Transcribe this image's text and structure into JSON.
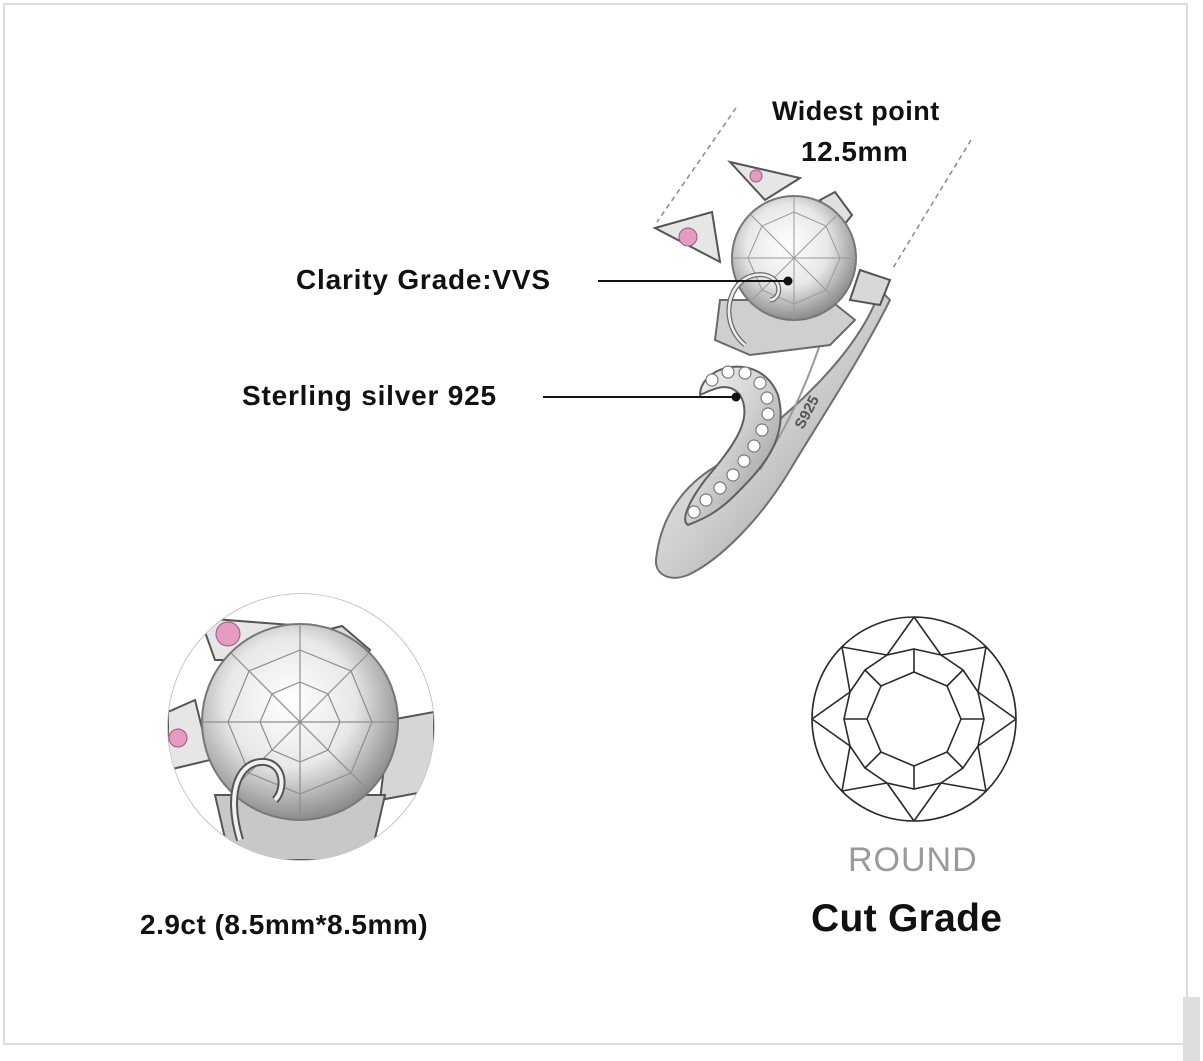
{
  "dimension": {
    "title": "Widest point",
    "value": "12.5mm"
  },
  "callouts": {
    "clarity": "Clarity Grade:VVS",
    "material": "Sterling silver 925"
  },
  "stone": {
    "size": "2.9ct (8.5mm*8.5mm)",
    "cut_type": "ROUND",
    "cut_grade_label": "Cut Grade"
  },
  "ring": {
    "stamp": "S925",
    "icons": [
      "ring-product-image",
      "stone-closeup-image",
      "round-cut-diagram"
    ]
  },
  "colors": {
    "text": "#111111",
    "muted": "#9a9a9a",
    "metal": "#d9d9d9",
    "accent_pink": "#e59ac2"
  }
}
